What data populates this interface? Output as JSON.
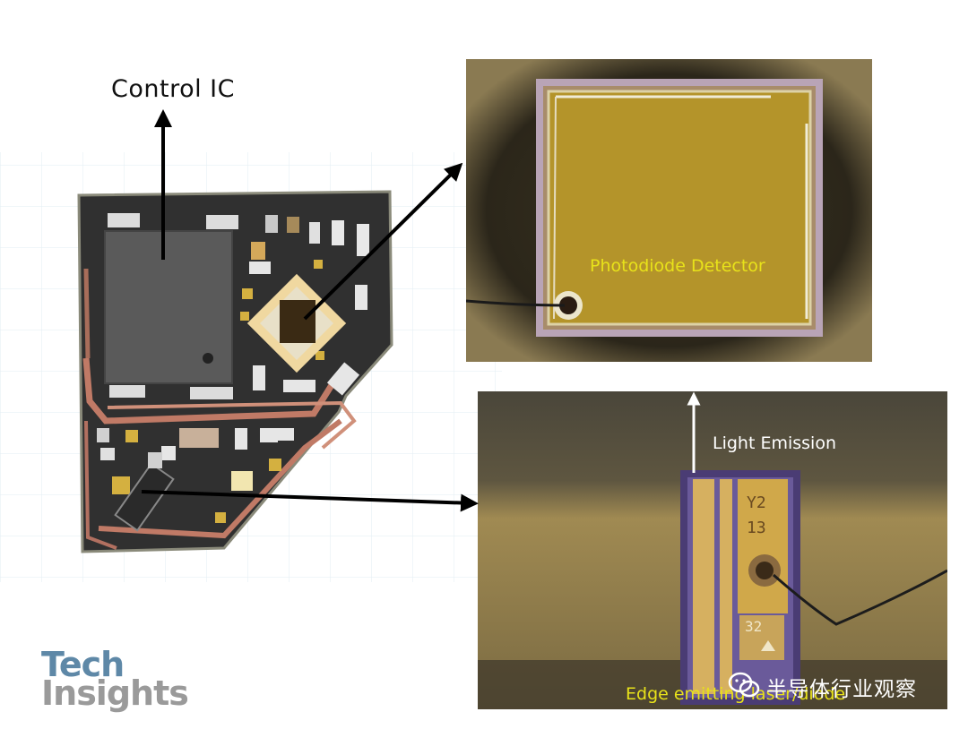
{
  "labels": {
    "control_ic": "Control IC",
    "photodiode_detector": "Photodiode Detector",
    "light_emission": "Light Emission",
    "edge_emitting": "Edge emitting laser/diode"
  },
  "chip_marks": {
    "line1": "Y2",
    "line2": "13",
    "line3": "32"
  },
  "logo": {
    "line1": "Tech",
    "line2": "Insights"
  },
  "watermark": {
    "text": "半导体行业观察",
    "icon": "wechat-icon"
  },
  "colors": {
    "detector_gold": "#b4942a",
    "board_black": "#2b2b2b",
    "copper": "#c07a66",
    "label_yellow": "#e8e21a",
    "logo_blue": "#5e88a7",
    "logo_gray": "#9a9a9a"
  }
}
